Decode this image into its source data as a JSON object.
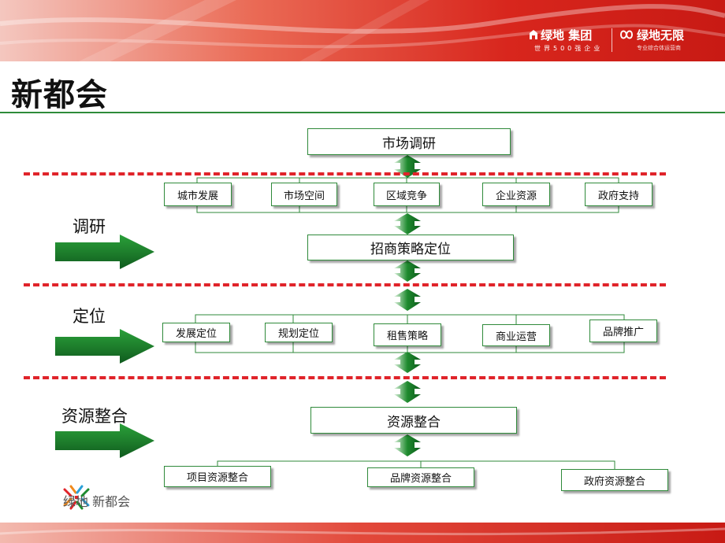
{
  "header": {
    "brand_group": "绿地 集团",
    "brand_group_sub": "世界500强企业",
    "brand_infinity": "绿地无限",
    "brand_infinity_sub": "专业综合体运营商"
  },
  "page": {
    "title": "新都会"
  },
  "stages": {
    "research": "调研",
    "positioning": "定位",
    "integration": "资源整合"
  },
  "flow": {
    "market_research": "市场调研",
    "research_items": [
      "城市发展",
      "市场空间",
      "区域竞争",
      "企业资源",
      "政府支持"
    ],
    "investment_strategy": "招商策略定位",
    "positioning_items": [
      "发展定位",
      "规划定位",
      "租售策略",
      "商业运营",
      "品牌推广"
    ],
    "resource_integration": "资源整合",
    "integration_items": [
      "项目资源整合",
      "品牌资源整合",
      "政府资源整合"
    ]
  },
  "footer": {
    "logo_text": "绿地  新都会"
  },
  "colors": {
    "red": "#e0242a",
    "green": "#1e8a2e",
    "dark_green": "#0f5a1e",
    "line": "#2f8a3a"
  }
}
